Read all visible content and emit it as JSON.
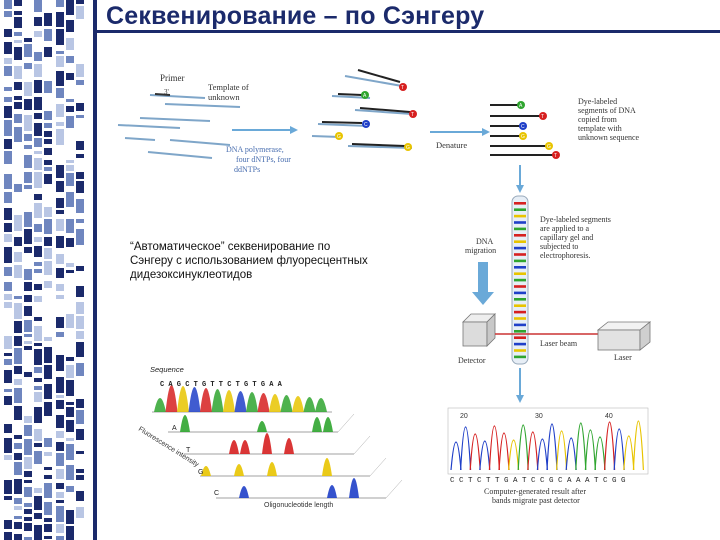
{
  "slide": {
    "title": "Секвенирование – по Сэнгеру",
    "caption": "“Автоматическое” секвенирование по Сэнгеру с использованием флуоресцентных дидезоксинуклеотидов"
  },
  "diagram": {
    "primer": "Primer",
    "primer_end": "3'",
    "template": "Template of unknown sequence",
    "polymerase": "DNA polymerase, four dNTPs, four ddNTPs",
    "denature": "Denature",
    "dye_labeled": "Dye-labeled segments of DNA copied from template with unknown sequence",
    "applied": "Dye-labeled segments are applied to a capillary gel and subjected to electrophoresis.",
    "dna_migration": "DNA migration",
    "laser_beam": "Laser beam",
    "detector": "Detector",
    "laser": "Laser",
    "computer_result": "Computer-generated result after bands migrate past detector",
    "peak_ticks": [
      "20",
      "30",
      "40"
    ],
    "base_sequence": "C C T C T T G A T C C G C A A A T C G G",
    "sequence_label": "Sequence",
    "electro_sequence": "C A G C T G T T C T G T G A A",
    "fluorescence_label": "Fluorescence intensity",
    "axis_label": "Oligonucleotide length",
    "lane_labels": [
      "A",
      "T",
      "G",
      "C"
    ]
  },
  "colors": {
    "title": "#1b2a6b",
    "A": "#2fa52f",
    "T": "#d62020",
    "G": "#e8c400",
    "C": "#1f3fc8"
  }
}
